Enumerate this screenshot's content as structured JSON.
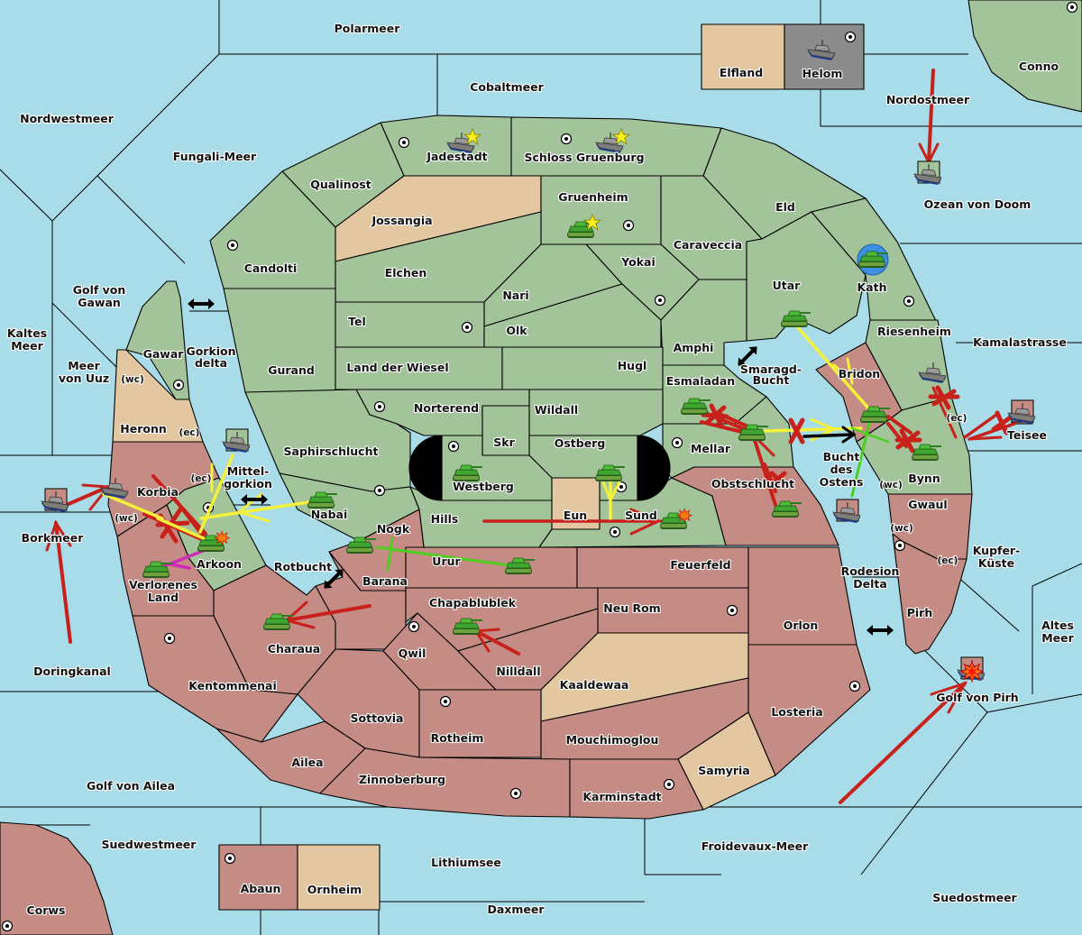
{
  "colors": {
    "sea": "#a8dce8",
    "green_power": "#a3c49a",
    "red_power": "#c48c84",
    "neutral": "#e2c7a0",
    "grey_power": "#8c8c8c",
    "order_attack": "#c8201a",
    "order_support": "#f5f03a",
    "order_convoy": "#4ccf1f",
    "order_retreat": "#d02ab8",
    "move_arrow": "#000000"
  },
  "seas": [
    {
      "name": "Polarmeer"
    },
    {
      "name": "Cobaltmeer"
    },
    {
      "name": "Nordwestmeer"
    },
    {
      "name": "Fungali-Meer"
    },
    {
      "name": "Nordostmeer"
    },
    {
      "name": "Ozean von Doom"
    },
    {
      "name": "Golf von Gawan"
    },
    {
      "name": "Kaltes Meer"
    },
    {
      "name": "Meer von Uuz"
    },
    {
      "name": "Gorkion delta"
    },
    {
      "name": "Mittel-gorkion"
    },
    {
      "name": "Borkmeer"
    },
    {
      "name": "Doringkanal"
    },
    {
      "name": "Rotbucht"
    },
    {
      "name": "Golf von Ailea"
    },
    {
      "name": "Suedwestmeer"
    },
    {
      "name": "Lithiumsee"
    },
    {
      "name": "Daxmeer"
    },
    {
      "name": "Froidevaux-Meer"
    },
    {
      "name": "Suedostmeer"
    },
    {
      "name": "Golf von Pirh"
    },
    {
      "name": "Altes Meer"
    },
    {
      "name": "Kupfer-Küste"
    },
    {
      "name": "Rodesion Delta"
    },
    {
      "name": "Bucht des Ostens"
    },
    {
      "name": "Smaragd-Bucht"
    },
    {
      "name": "Kamalastrasse"
    }
  ],
  "provinces": [
    {
      "name": "Jadestadt",
      "owner": "green",
      "supply_center": true
    },
    {
      "name": "Schloss Gruenburg",
      "owner": "green",
      "supply_center": true
    },
    {
      "name": "Qualinost",
      "owner": "green",
      "supply_center": false
    },
    {
      "name": "Jossangia",
      "owner": "neutral",
      "supply_center": false
    },
    {
      "name": "Gruenheim",
      "owner": "green",
      "supply_center": true
    },
    {
      "name": "Candolti",
      "owner": "green",
      "supply_center": true
    },
    {
      "name": "Elchen",
      "owner": "green",
      "supply_center": false
    },
    {
      "name": "Eld",
      "owner": "green",
      "supply_center": false
    },
    {
      "name": "Caraveccia",
      "owner": "green",
      "supply_center": false
    },
    {
      "name": "Yokai",
      "owner": "green",
      "supply_center": true
    },
    {
      "name": "Nari",
      "owner": "green",
      "supply_center": false
    },
    {
      "name": "Tel",
      "owner": "green",
      "supply_center": true
    },
    {
      "name": "Olk",
      "owner": "green",
      "supply_center": false
    },
    {
      "name": "Utar",
      "owner": "green",
      "supply_center": false
    },
    {
      "name": "Kath",
      "owner": "green",
      "supply_center": true
    },
    {
      "name": "Amphi",
      "owner": "green",
      "supply_center": false
    },
    {
      "name": "Gurand",
      "owner": "green",
      "supply_center": false
    },
    {
      "name": "Land der Wiesel",
      "owner": "green",
      "supply_center": false
    },
    {
      "name": "Hugl",
      "owner": "green",
      "supply_center": false
    },
    {
      "name": "Esmaladan",
      "owner": "green",
      "supply_center": false
    },
    {
      "name": "Riesenheim",
      "owner": "green",
      "supply_center": false
    },
    {
      "name": "Bridon",
      "owner": "red",
      "supply_center": false
    },
    {
      "name": "Norterend",
      "owner": "green",
      "supply_center": true
    },
    {
      "name": "Wildall",
      "owner": "green",
      "supply_center": false
    },
    {
      "name": "Skr",
      "owner": "green",
      "supply_center": false
    },
    {
      "name": "Ostberg",
      "owner": "green",
      "supply_center": true
    },
    {
      "name": "Westberg",
      "owner": "green",
      "supply_center": true
    },
    {
      "name": "Mellar",
      "owner": "green",
      "supply_center": true
    },
    {
      "name": "Saphirschlucht",
      "owner": "green",
      "supply_center": false
    },
    {
      "name": "Nabai",
      "owner": "green",
      "supply_center": true
    },
    {
      "name": "Hills",
      "owner": "green",
      "supply_center": false
    },
    {
      "name": "Eun",
      "owner": "neutral",
      "supply_center": false
    },
    {
      "name": "Sund",
      "owner": "green",
      "supply_center": true
    },
    {
      "name": "Obstschlucht",
      "owner": "red",
      "supply_center": false
    },
    {
      "name": "Bynn",
      "owner": "green",
      "supply_center": false
    },
    {
      "name": "Teisee",
      "owner": "red",
      "supply_center": false
    },
    {
      "name": "Gwaul",
      "owner": "red",
      "supply_center": true
    },
    {
      "name": "Pirh",
      "owner": "red",
      "supply_center": false
    },
    {
      "name": "Gawar",
      "owner": "green",
      "supply_center": true
    },
    {
      "name": "Heronn",
      "owner": "neutral",
      "supply_center": false
    },
    {
      "name": "Korbia",
      "owner": "red",
      "supply_center": false
    },
    {
      "name": "Arkoon",
      "owner": "green",
      "supply_center": true
    },
    {
      "name": "Verlorenes Land",
      "owner": "red",
      "supply_center": false
    },
    {
      "name": "Nogk",
      "owner": "red",
      "supply_center": false
    },
    {
      "name": "Barana",
      "owner": "red",
      "supply_center": false
    },
    {
      "name": "Urur",
      "owner": "red",
      "supply_center": false
    },
    {
      "name": "Feuerfeld",
      "owner": "red",
      "supply_center": false
    },
    {
      "name": "Chapablublek",
      "owner": "red",
      "supply_center": false
    },
    {
      "name": "Neu Rom",
      "owner": "red",
      "supply_center": true
    },
    {
      "name": "Charaua",
      "owner": "red",
      "supply_center": false
    },
    {
      "name": "Qwil",
      "owner": "red",
      "supply_center": true
    },
    {
      "name": "Nilldall",
      "owner": "red",
      "supply_center": false
    },
    {
      "name": "Orlon",
      "owner": "red",
      "supply_center": false
    },
    {
      "name": "Kentommenai",
      "owner": "red",
      "supply_center": true
    },
    {
      "name": "Kaaldewaa",
      "owner": "neutral",
      "supply_center": false
    },
    {
      "name": "Losteria",
      "owner": "red",
      "supply_center": true
    },
    {
      "name": "Sottovia",
      "owner": "red",
      "supply_center": false
    },
    {
      "name": "Rotheim",
      "owner": "red",
      "supply_center": true
    },
    {
      "name": "Mouchimoglou",
      "owner": "red",
      "supply_center": false
    },
    {
      "name": "Ailea",
      "owner": "red",
      "supply_center": false
    },
    {
      "name": "Zinnoberburg",
      "owner": "red",
      "supply_center": true
    },
    {
      "name": "Samyria",
      "owner": "neutral",
      "supply_center": false
    },
    {
      "name": "Karminstadt",
      "owner": "red",
      "supply_center": true
    },
    {
      "name": "Elfland",
      "owner": "neutral",
      "supply_center": false
    },
    {
      "name": "Helom",
      "owner": "grey",
      "supply_center": true
    },
    {
      "name": "Conno",
      "owner": "green",
      "supply_center": true
    },
    {
      "name": "Abaun",
      "owner": "red",
      "supply_center": true
    },
    {
      "name": "Ornheim",
      "owner": "neutral",
      "supply_center": false
    },
    {
      "name": "Corws",
      "owner": "red",
      "supply_center": true
    }
  ],
  "coast_tags": [
    "(wc)",
    "(ec)",
    "(ec)",
    "(wc)",
    "(ec)",
    "(wc)",
    "(wc)",
    "(ec)"
  ],
  "units": [
    {
      "type": "fleet",
      "location": "Jadestadt",
      "star": true
    },
    {
      "type": "fleet",
      "location": "Schloss Gruenburg",
      "star": true
    },
    {
      "type": "army",
      "location": "Gruenheim",
      "star": true
    },
    {
      "type": "fleet",
      "location": "Helom"
    },
    {
      "type": "fleet",
      "location": "Ozean von Doom",
      "dislodged_from": "green"
    },
    {
      "type": "army",
      "location": "Kath",
      "highlighted": true
    },
    {
      "type": "army",
      "location": "Utar"
    },
    {
      "type": "army",
      "location": "Westberg"
    },
    {
      "type": "army",
      "location": "Ostberg"
    },
    {
      "type": "army",
      "location": "Sund",
      "burst": true
    },
    {
      "type": "army",
      "location": "Esmaladan"
    },
    {
      "type": "army",
      "location": "Mellar"
    },
    {
      "type": "army",
      "location": "Obstschlucht"
    },
    {
      "type": "army",
      "location": "Bridon"
    },
    {
      "type": "army",
      "location": "Bynn"
    },
    {
      "type": "fleet",
      "location": "Riesenheim"
    },
    {
      "type": "fleet",
      "location": "Teisee",
      "dislodged_from": "red"
    },
    {
      "type": "fleet",
      "location": "Bucht des Ostens",
      "dislodged_from": "red"
    },
    {
      "type": "army",
      "location": "Nabai"
    },
    {
      "type": "fleet",
      "location": "Mittel-gorkion",
      "dislodged_from": "green"
    },
    {
      "type": "fleet",
      "location": "Korbia"
    },
    {
      "type": "fleet",
      "location": "Borkmeer",
      "dislodged_from": "red"
    },
    {
      "type": "army",
      "location": "Arkoon",
      "burst": true
    },
    {
      "type": "army",
      "location": "Verlorenes Land"
    },
    {
      "type": "army",
      "location": "Nogk"
    },
    {
      "type": "army",
      "location": "Urur"
    },
    {
      "type": "army",
      "location": "Charaua"
    },
    {
      "type": "army",
      "location": "Chapablublek"
    },
    {
      "type": "fleet",
      "location": "Golf von Pirh",
      "dislodged_from": "red",
      "destroyed": true
    }
  ]
}
